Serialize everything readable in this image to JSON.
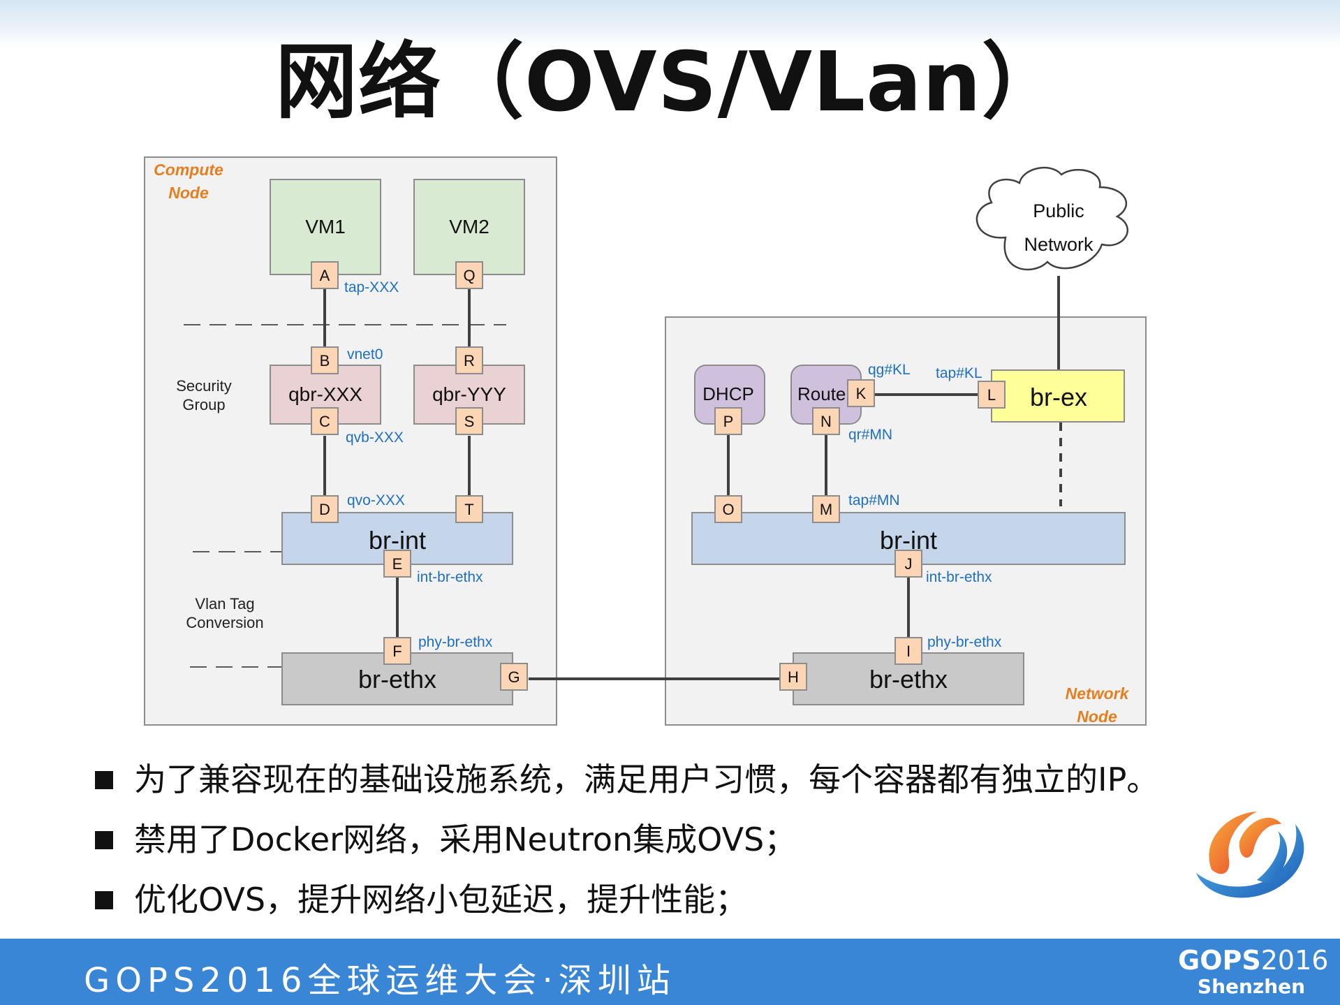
{
  "slide": {
    "title": "网络（OVS/VLan）",
    "bullets": [
      "为了兼容现在的基础设施系统，满足用户习惯，每个容器都有独立的IP。",
      "禁用了Docker网络，采用Neutron集成OVS；",
      "优化OVS，提升网络小包延迟，提升性能；"
    ],
    "logo_icon": "gops-swirl-logo"
  },
  "footer": {
    "text": "GOPS2016全球运维大会·深圳站",
    "brand_main": "GOPS",
    "brand_year": "2016",
    "brand_city": "Shenzhen",
    "color": "#3a86d6"
  },
  "diagram": {
    "compute_label": [
      "Compute",
      "Node"
    ],
    "network_label": [
      "Network",
      "Node"
    ],
    "security_group_label": [
      "Security",
      "Group"
    ],
    "vlan_tag_label": [
      "Vlan Tag",
      "Conversion"
    ],
    "vm1": "VM1",
    "vm2": "VM2",
    "qbr1": "qbr-XXX",
    "qbr2": "qbr-YYY",
    "brint_compute": "br-int",
    "brethx_compute": "br-ethx",
    "dhcp": "DHCP",
    "router": "Router",
    "brex": "br-ex",
    "brint_network": "br-int",
    "brethx_network": "br-ethx",
    "public_network": [
      "Public",
      "Network"
    ],
    "port_labels": {
      "tap": "tap-XXX",
      "vnet": "vnet0",
      "qvb": "qvb-XXX",
      "qvo": "qvo-XXX",
      "int_br_compute": "int-br-ethx",
      "phy_br_compute": "phy-br-ethx",
      "qg": "qg#KL",
      "tapkl": "tap#KL",
      "qr": "qr#MN",
      "tapmn": "tap#MN",
      "int_br_network": "int-br-ethx",
      "phy_br_network": "phy-br-ethx"
    },
    "ports": [
      "A",
      "B",
      "C",
      "D",
      "E",
      "F",
      "G",
      "H",
      "I",
      "J",
      "K",
      "L",
      "M",
      "N",
      "O",
      "P",
      "Q",
      "R",
      "S",
      "T"
    ],
    "colors": {
      "vm": "#d9ead3",
      "qbr": "#ead1d4",
      "br_int": "#c5d5ea",
      "br_ethx": "#c9c9c9",
      "br_ex": "#ffff99",
      "service": "#cfc0dd",
      "port": "#fcd5b4",
      "node_label": "#e57e1f",
      "port_label": "#1f6fbf"
    }
  }
}
